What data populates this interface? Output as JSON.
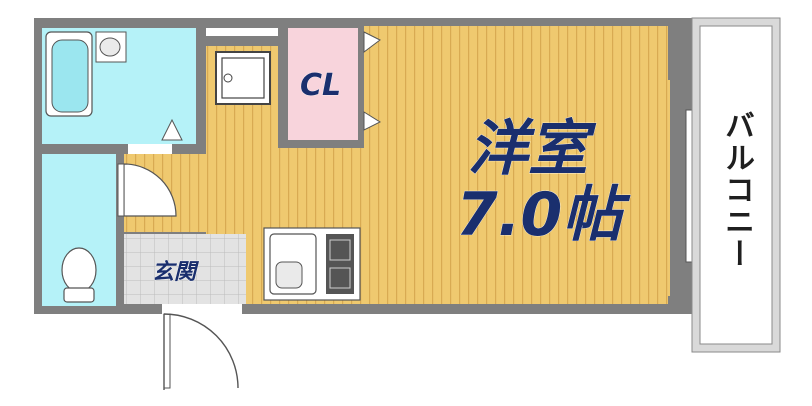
{
  "rooms": {
    "western_room": {
      "name": "洋室",
      "size": "7.0帖"
    },
    "closet": {
      "label": "CL"
    },
    "entrance": {
      "label": "玄関"
    },
    "balcony": {
      "label": "バルコニー"
    }
  },
  "colors": {
    "wall": "#7f7f7f",
    "floor": "#efc96f",
    "floor_stripe": "#d8aa52",
    "wet_area": "#b5f2f8",
    "closet": "#f8d4dc",
    "entrance_tile": "#e0e0e0",
    "label_ink": "#1a2f6e"
  }
}
